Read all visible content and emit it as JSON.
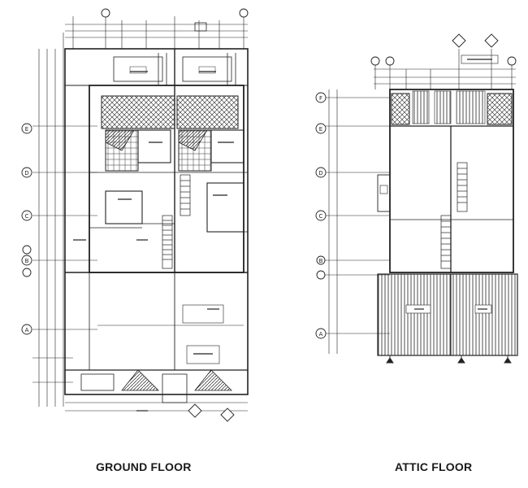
{
  "captions": {
    "ground": "GROUND FLOOR",
    "attic": "ATTIC FLOOR"
  },
  "grid_labels": {
    "ground": [
      "E",
      "D",
      "C",
      "B",
      "A"
    ],
    "attic": [
      "F",
      "E",
      "D",
      "C",
      "B",
      "A"
    ]
  },
  "colors": {
    "line": "#222222",
    "paper": "#ffffff"
  }
}
